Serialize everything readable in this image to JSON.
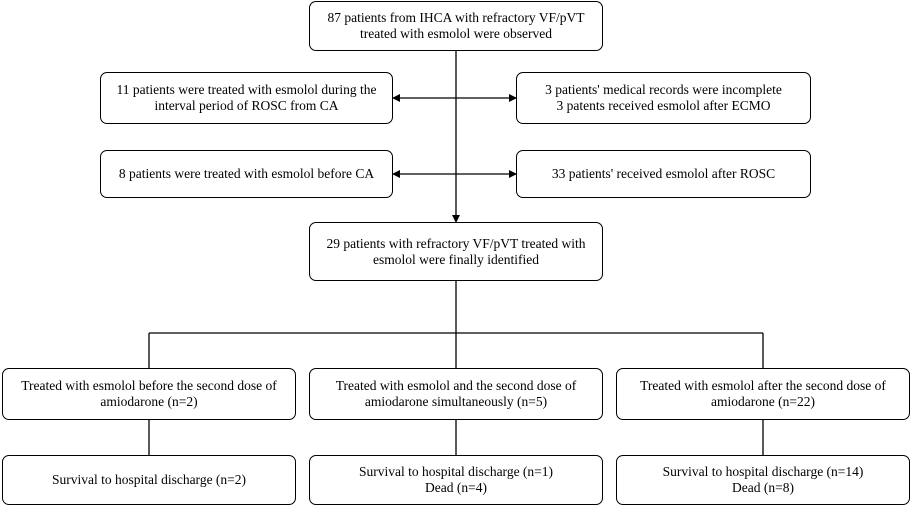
{
  "flowchart": {
    "top": {
      "line1": "87 patients from IHCA with refractory VF/pVT",
      "line2": "treated with esmolol were observed"
    },
    "excl_left_1": {
      "line1": "11 patients were treated with esmolol during the",
      "line2": "interval period of ROSC from CA"
    },
    "excl_right_1": {
      "line1": "3 patients' medical records were incomplete",
      "line2": "3 patents received esmolol after ECMO"
    },
    "excl_left_2": {
      "line1": "8 patients were treated with esmolol before CA"
    },
    "excl_right_2": {
      "line1": "33 patients'  received esmolol after ROSC"
    },
    "identified": {
      "line1": "29 patients with refractory VF/pVT treated with",
      "line2": "esmolol were finally identified"
    },
    "groups": [
      {
        "treatment": {
          "line1": "Treated with esmolol before the second dose of",
          "line2": "amiodarone (n=2)"
        },
        "outcome": {
          "line1": "Survival to hospital discharge (n=2)"
        }
      },
      {
        "treatment": {
          "line1": "Treated with esmolol and the second dose of",
          "line2": "amiodarone simultaneously (n=5)"
        },
        "outcome": {
          "line1": "Survival to hospital discharge (n=1)",
          "line2": "Dead (n=4)"
        }
      },
      {
        "treatment": {
          "line1": "Treated with esmolol after the second dose of",
          "line2": "amiodarone (n=22)"
        },
        "outcome": {
          "line1": "Survival to hospital discharge (n=14)",
          "line2": "Dead (n=8)"
        }
      }
    ]
  }
}
